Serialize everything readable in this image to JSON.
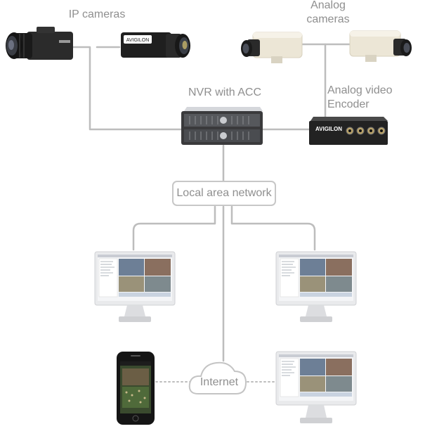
{
  "labels": {
    "ip_cameras": "IP cameras",
    "analog_cameras_line1": "Analog",
    "analog_cameras_line2": "cameras",
    "nvr": "NVR with ACC",
    "encoder_line1": "Analog video",
    "encoder_line2": "Encoder",
    "lan": "Local area network",
    "internet": "Internet"
  },
  "brand": {
    "encoder_logo": "AVIGILON",
    "camera_logo": "AVIGILON"
  },
  "colors": {
    "connector": "#bdbdbd",
    "label_text": "#8f8f8f",
    "device_dark": "#2a2a2a",
    "analog_body": "#ece6d6",
    "monitor_frame": "#e9eaec"
  }
}
